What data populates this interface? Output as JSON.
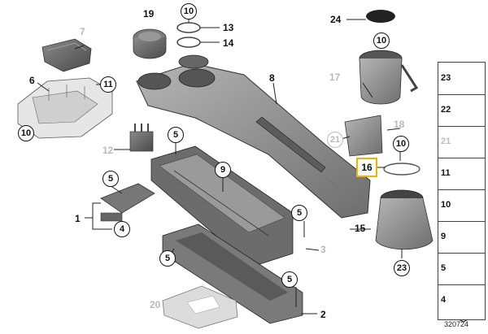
{
  "labels": {
    "l1": "1",
    "l2": "2",
    "l3": "3",
    "l4": "4",
    "l5a": "5",
    "l5b": "5",
    "l5c": "5",
    "l5d": "5",
    "l5e": "5",
    "l6": "6",
    "l7": "7",
    "l8": "8",
    "l9": "9",
    "l10a": "10",
    "l10b": "10",
    "l10c": "10",
    "l10d": "10",
    "l11": "11",
    "l12": "12",
    "l13": "13",
    "l14": "14",
    "l15": "15",
    "l16": "16",
    "l17": "17",
    "l18": "18",
    "l19": "19",
    "l20": "20",
    "l21": "21",
    "l23": "23",
    "l24": "24"
  },
  "panel": [
    "23",
    "22",
    "21",
    "11",
    "10",
    "9",
    "5",
    "4"
  ],
  "doc_number": "320724"
}
